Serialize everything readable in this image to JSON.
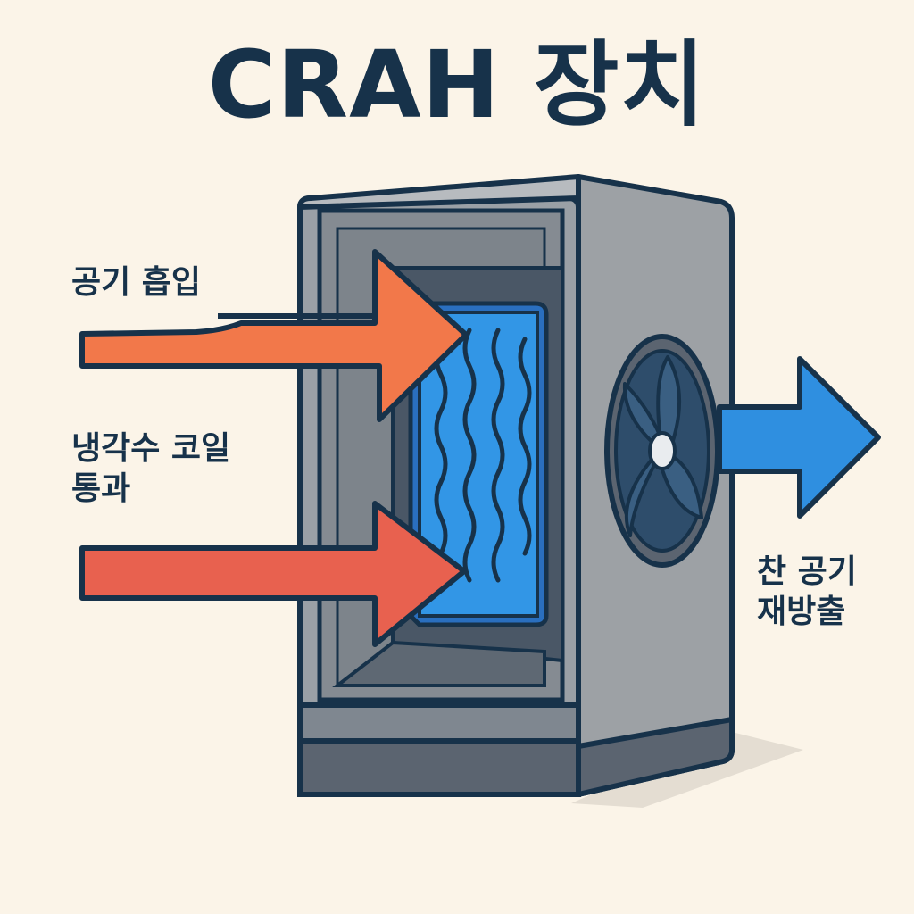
{
  "title": "CRAH 장치",
  "labels": {
    "intake": "공기 흡입",
    "coil_line1": "냉각수 코일",
    "coil_line2": "통과",
    "outflow_line1": "찬 공기",
    "outflow_line2": "재방출"
  },
  "colors": {
    "background": "#fbf4e8",
    "outline": "#17324a",
    "hot_arrow_top": "#f2784a",
    "hot_arrow_bottom": "#e8614f",
    "cold_arrow": "#2f8fe0",
    "coil": "#2f8fe0",
    "housing": "#8f9499",
    "housing_side": "#9da1a5",
    "housing_dark": "#5b6470"
  },
  "icons": {
    "fan": "fan-icon",
    "coil": "cooling-coil-icon"
  }
}
